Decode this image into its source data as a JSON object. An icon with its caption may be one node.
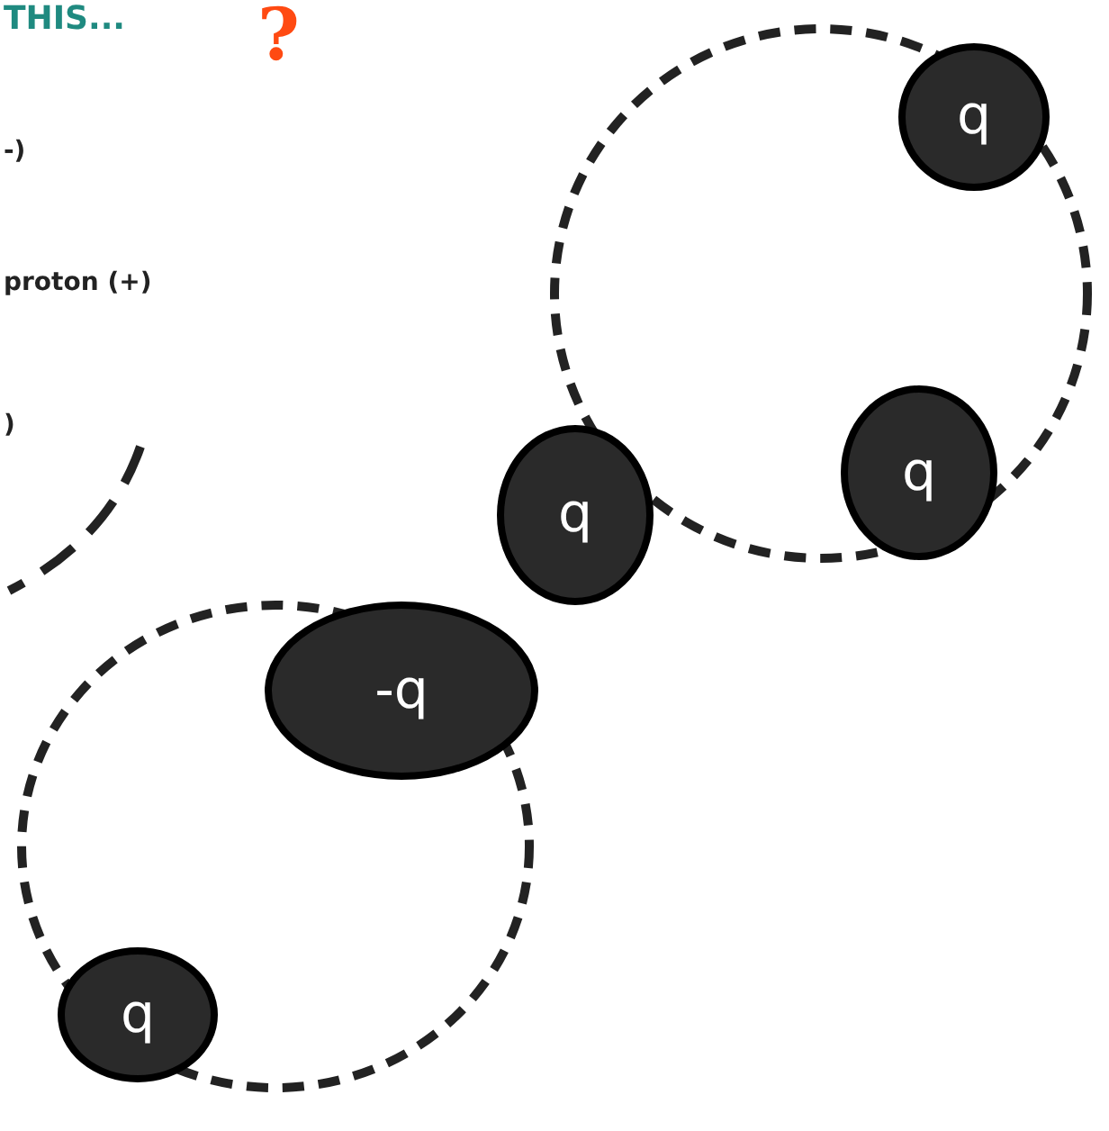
{
  "diagram": {
    "nodes": [
      {
        "text": [
          "q"
        ]
      },
      {
        "text": [
          "q"
        ]
      },
      {
        "text": [
          "q"
        ]
      },
      {
        "text": [
          "-q"
        ]
      },
      {
        "text": [
          "q"
        ]
      }
    ],
    "labels": [
      "THIS...",
      "?",
      "-)",
      "proton (+)",
      ")"
    ]
  }
}
